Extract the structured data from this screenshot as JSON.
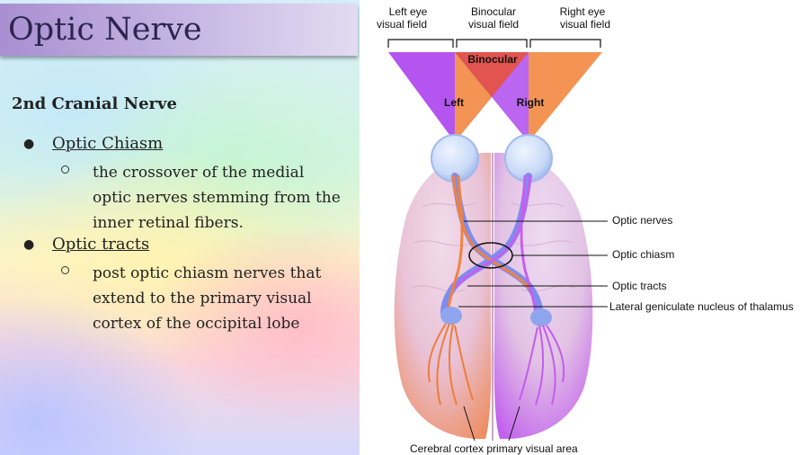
{
  "slide": {
    "title": "Optic Nerve",
    "subtitle": "2nd Cranial Nerve",
    "bullets": [
      {
        "heading": "Optic Chiasm",
        "detail": "the crossover of the medial optic nerves stemming from the inner retinal fibers."
      },
      {
        "heading": "Optic tracts",
        "detail": "post optic chiasm nerves that extend to the primary visual cortex of the occipital lobe"
      }
    ]
  },
  "diagram": {
    "field_headers": {
      "left": [
        "Left eye",
        "visual field"
      ],
      "binocular": [
        "Binocular",
        "visual field"
      ],
      "right": [
        "Right eye",
        "visual field"
      ]
    },
    "triangle_labels": {
      "binocular": "Binocular",
      "left": "Left",
      "right": "Right"
    },
    "callouts": {
      "optic_nerves": "Optic nerves",
      "optic_chiasm": "Optic chiasm",
      "optic_tracts": "Optic tracts",
      "lgn": "Lateral geniculate nucleus of thalamus",
      "cortex": "Cerebral cortex primary visual area"
    },
    "colors": {
      "left_field": "#b455f0",
      "right_field": "#f39454",
      "binocular": "#e2544f",
      "title_bar": "#a98fd1"
    }
  }
}
